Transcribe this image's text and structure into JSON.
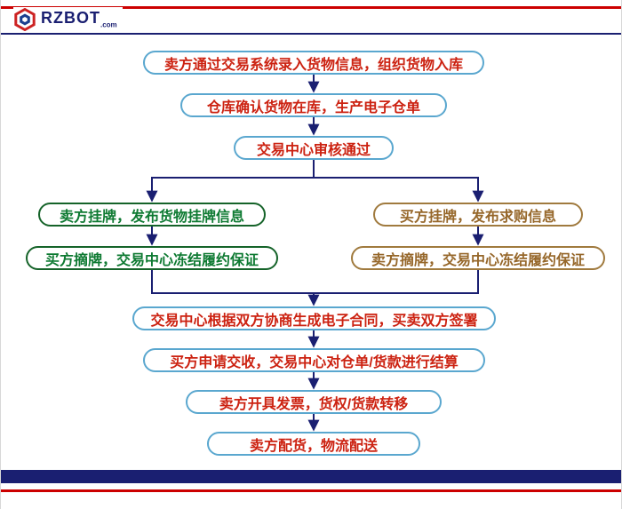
{
  "logo": {
    "brand": "RZBOT",
    "tld": ".com"
  },
  "colors": {
    "top_line_red": "#cc0000",
    "rule_navy": "#1a1f71",
    "arrow_navy": "#1a1f71",
    "main_box_border": "#5aa7cf",
    "main_box_text": "#cc2211",
    "left_branch_border": "#156329",
    "left_branch_text": "#0e7a32",
    "right_branch_border": "#a07a3e",
    "right_branch_text": "#96672a",
    "footer_navy": "#1a1f71",
    "footer_red": "#cc0000"
  },
  "flow": {
    "top": [
      {
        "label": "卖方通过交易系统录入货物信息，组织货物入库"
      },
      {
        "label": "仓库确认货物在库，生产电子仓单"
      },
      {
        "label": "交易中心审核通过"
      }
    ],
    "left": [
      {
        "label": "卖方挂牌，发布货物挂牌信息"
      },
      {
        "label": "买方摘牌，交易中心冻结履约保证"
      }
    ],
    "right": [
      {
        "label": "买方挂牌，发布求购信息"
      },
      {
        "label": "卖方摘牌，交易中心冻结履约保证"
      }
    ],
    "bottom": [
      {
        "label": "交易中心根据双方协商生成电子合同，买卖双方签署"
      },
      {
        "label": "买方申请交收，交易中心对仓单/货款进行结算"
      },
      {
        "label": "卖方开具发票，货权/货款转移"
      },
      {
        "label": "卖方配货，物流配送"
      }
    ]
  }
}
